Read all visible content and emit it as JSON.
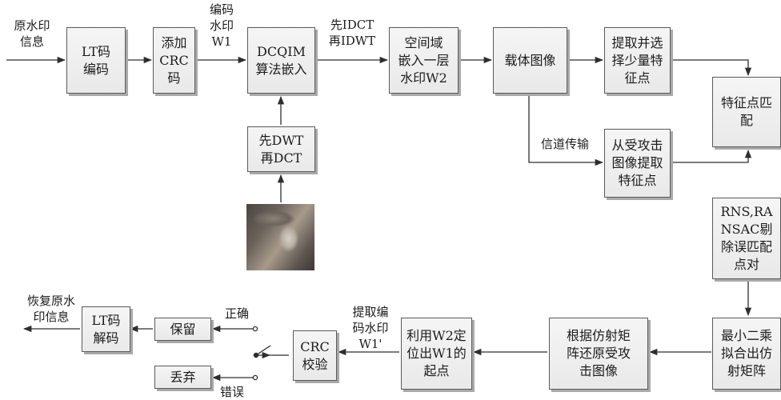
{
  "nodes": {
    "lt_encode": "LT码\n编码",
    "add_crc": "添加\nCRC\n码",
    "dcqim": "DCQIM\n算法嵌入",
    "space_embed": "空间域\n嵌入一层\n水印W2",
    "carrier": "载体图像",
    "extract_select": "提取并选\n择少量特\n征点",
    "feature_match": "特征点匹\n配",
    "dwt_dct": "先DWT\n再DCT",
    "attacked_extract": "从受攻击\n图像提取\n特征点",
    "ransac": "RNS,RA\nNSAC剔\n除误匹配\n点对",
    "least_squares": "最小二乘\n拟合出仿\n射矩阵",
    "restore": "根据仿射矩\n阵还原受攻\n击图像",
    "locate_w1": "利用W2定\n位出W1的\n起点",
    "crc_check": "CRC\n校验",
    "keep": "保留",
    "discard": "丢弃",
    "lt_decode": "LT码\n解码"
  },
  "labels": {
    "original_info": "原水印\n信息",
    "coded_wm_w1": "编码\n水印\nW1",
    "idct_idwt": "先IDCT\n再IDWT",
    "channel": "信道传输",
    "extract_w1p": "提取编\n码水印\nW1'",
    "correct": "正确",
    "wrong": "错误",
    "recover_info": "恢复原水\n印信息"
  },
  "image": {
    "icon": "host-image-photo"
  }
}
